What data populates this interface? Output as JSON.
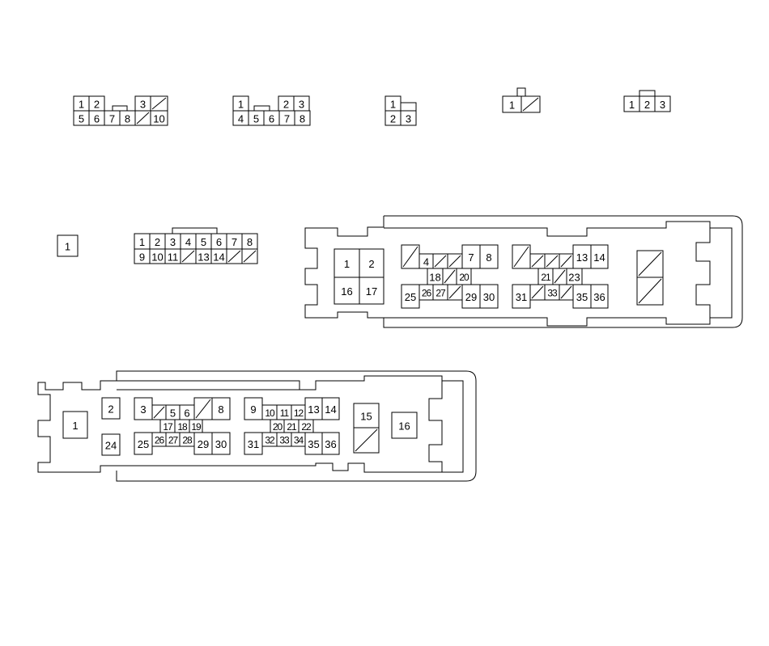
{
  "diagram": {
    "type": "connector pin-out views",
    "colors": {
      "line": "#000000",
      "background": "#ffffff"
    },
    "connectors": [
      {
        "id": "connector-a",
        "pins": [
          "1",
          "2",
          "3",
          null,
          "5",
          "6",
          "7",
          "8",
          null,
          "10"
        ]
      },
      {
        "id": "connector-b",
        "pins": [
          "1",
          "2",
          "3",
          "4",
          "5",
          "6",
          "7",
          "8"
        ]
      },
      {
        "id": "connector-c",
        "pins": [
          "1",
          "2",
          "3"
        ]
      },
      {
        "id": "connector-d",
        "pins": [
          "1",
          null
        ]
      },
      {
        "id": "connector-e",
        "pins": [
          "1",
          "2",
          "3"
        ]
      },
      {
        "id": "connector-f",
        "pins": [
          "1"
        ]
      },
      {
        "id": "connector-g",
        "pins": [
          "1",
          "2",
          "3",
          "4",
          "5",
          "6",
          "7",
          "8",
          "9",
          "10",
          "11",
          null,
          "13",
          "14",
          null,
          null
        ]
      },
      {
        "id": "connector-h",
        "pins": [
          "1",
          "2",
          "16",
          "17",
          null,
          "4",
          null,
          null,
          "7",
          "8",
          "18",
          null,
          "20",
          "25",
          "26",
          "27",
          null,
          "29",
          "30",
          null,
          null,
          null,
          null,
          "13",
          "14",
          "21",
          null,
          "23",
          "31",
          null,
          "33",
          null,
          "35",
          "36",
          null,
          null
        ]
      },
      {
        "id": "connector-i",
        "pins": [
          "1",
          "2",
          "24",
          "3",
          null,
          "5",
          "6",
          null,
          "8",
          "17",
          "18",
          "19",
          "25",
          "26",
          "27",
          "28",
          "29",
          "30",
          "9",
          "10",
          "11",
          "12",
          "13",
          "14",
          "20",
          "21",
          "22",
          "31",
          "32",
          "33",
          "34",
          "35",
          "36",
          "15",
          null,
          "16"
        ]
      }
    ]
  }
}
